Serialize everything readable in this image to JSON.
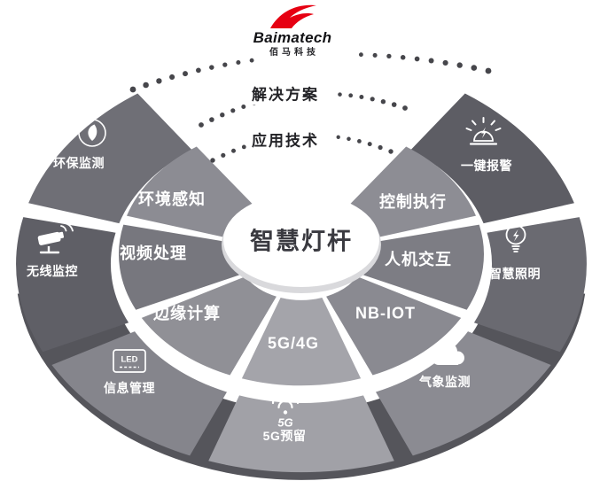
{
  "logo": {
    "brand": "Baimatech",
    "brand_cn": "佰马科技",
    "accent_color": "#e60012"
  },
  "headings": {
    "solutions": "解决方案",
    "technologies": "应用技术"
  },
  "hub": {
    "label": "智慧灯杆"
  },
  "wheel": {
    "segments": [
      {
        "outer": {
          "label": "一键报警",
          "icon": "alarm-icon",
          "color": "#5d5d64"
        },
        "inner": {
          "label": "控制执行",
          "color": "#8d8d94"
        }
      },
      {
        "outer": {
          "label": "智慧照明",
          "icon": "bulb-icon",
          "color": "#6a6a71"
        },
        "inner": {
          "label": "人机交互",
          "color": "#7d7d84"
        }
      },
      {
        "outer": {
          "label": "气象监测",
          "icon": "cloud-icon",
          "color": "#8b8b92"
        },
        "inner": {
          "label": "NB-IOT",
          "color": "#8a8a91"
        }
      },
      {
        "outer": {
          "label": "5G预留",
          "icon": "wifi-5g-icon",
          "color": "#a1a1a7"
        },
        "inner": {
          "label": "5G/4G",
          "color": "#a4a4aa"
        }
      },
      {
        "outer": {
          "label": "信息管理",
          "icon": "led-display-icon",
          "color": "#85858c"
        },
        "inner": {
          "label": "边缘计算",
          "color": "#909096"
        }
      },
      {
        "outer": {
          "label": "无线监控",
          "icon": "cctv-camera-icon",
          "color": "#5f5f66"
        },
        "inner": {
          "label": "视频处理",
          "color": "#77777e"
        }
      },
      {
        "outer": {
          "label": "环保监测",
          "icon": "leaf-icon",
          "color": "#6f6f76"
        },
        "inner": {
          "label": "环境感知",
          "color": "#8c8c93"
        }
      }
    ]
  },
  "icons": {
    "led_text": "LED",
    "wifi_5g_text": "5G"
  },
  "colors": {
    "dots": "#46464b",
    "depth": "#55555b",
    "hub_shadow": "#d9d9dc",
    "hub_fill": "#ffffff"
  }
}
